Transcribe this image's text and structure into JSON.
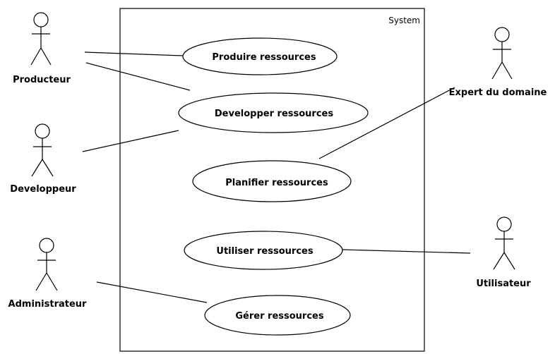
{
  "diagram": {
    "system": {
      "label": "System"
    },
    "use_cases": {
      "produire": "Produire ressources",
      "developper": "Developper ressources",
      "planifier": "Planifier ressources",
      "utiliser": "Utiliser ressources",
      "gerer": "Gérer ressources"
    },
    "actors": {
      "producteur": "Producteur",
      "developpeur": "Developpeur",
      "administrateur": "Administrateur",
      "expert": "Expert du domaine",
      "utilisateur": "Utilisateur"
    },
    "associations": [
      {
        "actor": "producteur",
        "use_case": "produire"
      },
      {
        "actor": "producteur",
        "use_case": "developper"
      },
      {
        "actor": "developpeur",
        "use_case": "developper"
      },
      {
        "actor": "expert",
        "use_case": "planifier"
      },
      {
        "actor": "utilisateur",
        "use_case": "utiliser"
      },
      {
        "actor": "administrateur",
        "use_case": "gerer"
      }
    ]
  }
}
